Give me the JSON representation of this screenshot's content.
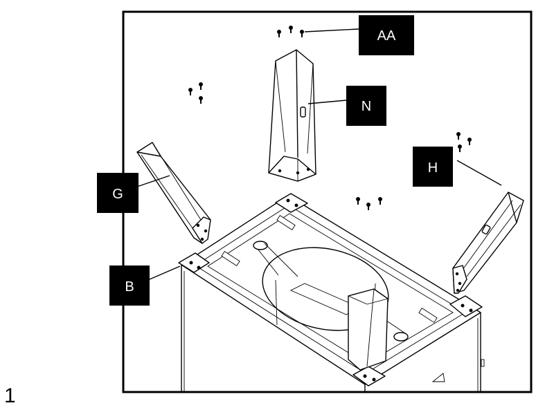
{
  "step_number": "1",
  "labels": {
    "aa": "AA",
    "n": "N",
    "g": "G",
    "h": "H",
    "b": "B"
  },
  "colors": {
    "ink": "#000000",
    "paper": "#ffffff",
    "label_bg": "#000000",
    "label_text": "#ffffff"
  }
}
